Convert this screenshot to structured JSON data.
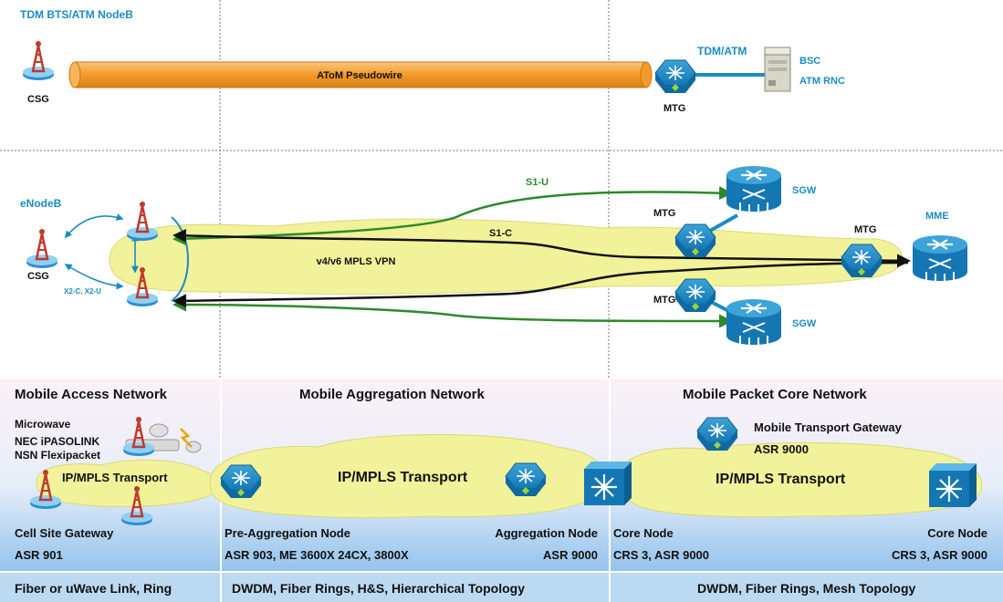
{
  "top": {
    "title": "TDM BTS/ATM NodeB",
    "pseudowire_label": "AToM Pseudowire",
    "csg_label": "CSG",
    "link_label": "TDM/ATM",
    "mtg_label": "MTG",
    "bsc_label": "BSC",
    "rnc_label": "ATM RNC"
  },
  "middle": {
    "enodeb_label": "eNodeB",
    "csg_label": "CSG",
    "x2_label": "X2-C, X2-U",
    "s1u_label": "S1-U",
    "s1c_label": "S1-C",
    "vpn_label": "v4/v6 MPLS VPN",
    "mtg_upper": "MTG",
    "mtg_center": "MTG",
    "mtg_lower": "MTG",
    "sgw_upper": "SGW",
    "sgw_lower": "SGW",
    "mme_label": "MME"
  },
  "bottom": {
    "access": {
      "title": "Mobile Access Network",
      "microwave": "Microwave",
      "nec": "NEC iPASOLINK",
      "nsn": "NSN Flexipacket",
      "transport": "IP/MPLS Transport",
      "node": "Cell Site Gateway",
      "model": "ASR 901",
      "footer": "Fiber or uWave Link, Ring"
    },
    "aggregation": {
      "title": "Mobile Aggregation Network",
      "transport": "IP/MPLS Transport",
      "pre_node": "Pre-Aggregation Node",
      "agg_node": "Aggregation Node",
      "pre_models": "ASR 903, ME 3600X 24CX, 3800X",
      "agg_model": "ASR 9000",
      "footer": "DWDM, Fiber Rings, H&S, Hierarchical Topology"
    },
    "core": {
      "title": "Mobile Packet Core Network",
      "gateway": "Mobile Transport Gateway",
      "gateway_model": "ASR 9000",
      "transport": "IP/MPLS Transport",
      "core_left": "Core Node",
      "core_right": "Core Node",
      "model_left": "CRS 3, ASR 9000",
      "model_right": "CRS 3, ASR 9000",
      "footer": "DWDM, Fiber Rings, Mesh Topology"
    }
  },
  "colors": {
    "accent_blue": "#1a8cc4",
    "pipe_orange": "#f5a33a",
    "cloud_yellow": "#f2f29a",
    "s1u_green": "#2a8a2a",
    "band_top": "#f9ecf4",
    "band_bottom": "#9cc8ee",
    "footer_band": "#bcd9f2"
  }
}
